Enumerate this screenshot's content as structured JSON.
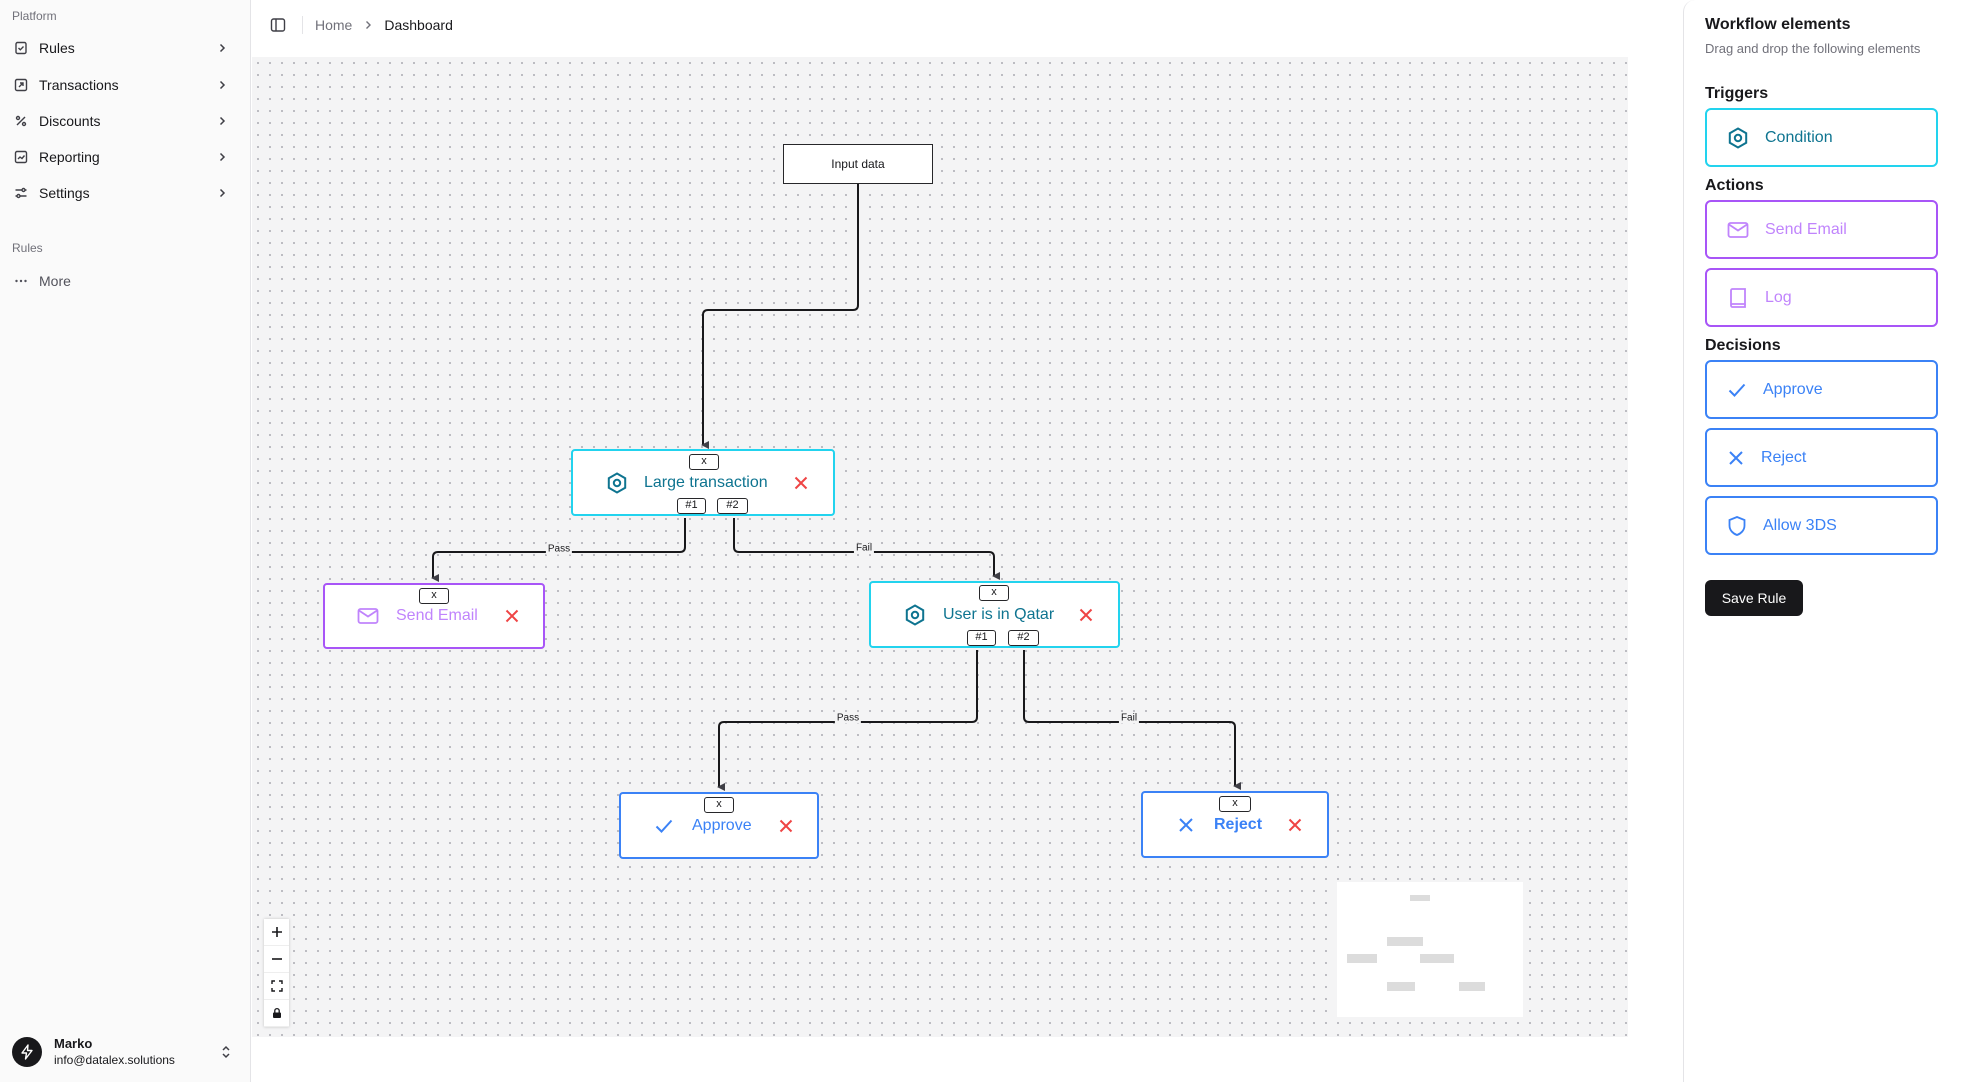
{
  "colors": {
    "condition": "#0e7490",
    "condition_border": "#22d3ee",
    "action": "#c084fc",
    "action_border": "#a855f7",
    "decision": "#3b82f6",
    "decision_border": "#3b82f6",
    "delete": "#ef4444",
    "button_bg": "#18181b"
  },
  "sidebar": {
    "group_platform": "Platform",
    "items": [
      {
        "label": "Rules",
        "icon": "rules-icon"
      },
      {
        "label": "Transactions",
        "icon": "transactions-icon"
      },
      {
        "label": "Discounts",
        "icon": "percent-icon"
      },
      {
        "label": "Reporting",
        "icon": "reporting-icon"
      },
      {
        "label": "Settings",
        "icon": "settings-icon"
      }
    ],
    "group_rules": "Rules",
    "more_label": "More",
    "user": {
      "name": "Marko",
      "email": "info@datalex.solutions"
    }
  },
  "header": {
    "breadcrumb": [
      "Home",
      "Dashboard"
    ]
  },
  "canvas": {
    "input_node": "Input data",
    "nodes": {
      "large_transaction": {
        "label": "Large transaction",
        "type": "condition",
        "in_handle": "x",
        "out_handles": [
          "#1",
          "#2"
        ]
      },
      "send_email": {
        "label": "Send Email",
        "type": "action",
        "in_handle": "x"
      },
      "user_qatar": {
        "label": "User is in Qatar",
        "type": "condition",
        "in_handle": "x",
        "out_handles": [
          "#1",
          "#2"
        ]
      },
      "approve": {
        "label": "Approve",
        "type": "decision",
        "in_handle": "x"
      },
      "reject": {
        "label": "Reject",
        "type": "decision",
        "in_handle": "x"
      }
    },
    "edge_labels": {
      "pass1": "Pass",
      "fail1": "Fail",
      "pass2": "Pass",
      "fail2": "Fail"
    },
    "controls": [
      "+",
      "−",
      "fit",
      "lock"
    ]
  },
  "panel": {
    "title": "Workflow elements",
    "subtitle": "Drag and drop the following elements",
    "triggers_title": "Triggers",
    "triggers": [
      {
        "label": "Condition",
        "icon": "condition-icon"
      }
    ],
    "actions_title": "Actions",
    "actions": [
      {
        "label": "Send Email",
        "icon": "mail-icon"
      },
      {
        "label": "Log",
        "icon": "log-icon"
      }
    ],
    "decisions_title": "Decisions",
    "decisions": [
      {
        "label": "Approve",
        "icon": "check-icon"
      },
      {
        "label": "Reject",
        "icon": "x-icon"
      },
      {
        "label": "Allow 3DS",
        "icon": "shield-icon"
      }
    ],
    "save_label": "Save Rule"
  }
}
